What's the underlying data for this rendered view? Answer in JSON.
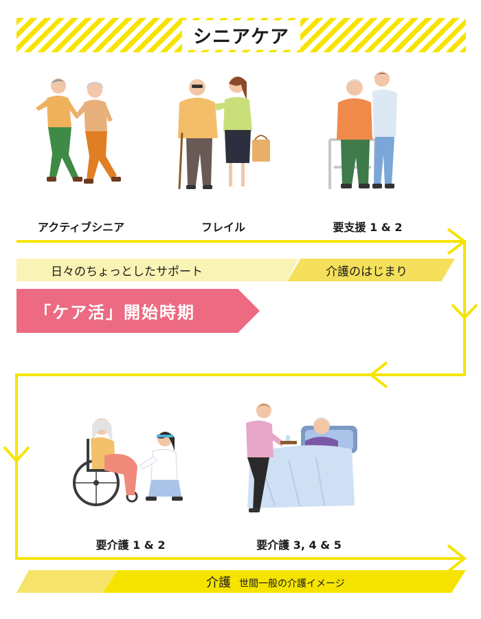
{
  "title": "シニアケア",
  "stages_top": [
    {
      "label": "アクティブシニア"
    },
    {
      "label": "フレイル"
    },
    {
      "label": "要支援 1 & 2"
    }
  ],
  "stages_bottom": [
    {
      "label": "要介護 1 & 2"
    },
    {
      "label": "要介護 3, 4 & 5"
    }
  ],
  "bands": {
    "daily_support": "日々のちょっとしたサポート",
    "care_start": "介護のはじまり",
    "care_activity": "「ケア活」開始時期",
    "bottom_main": "介護",
    "bottom_sub": "世間一般の介護イメージ"
  },
  "colors": {
    "flow_line": "#f6e400",
    "care_activity_band": "#ec6a82",
    "light_band": "#faf3b6",
    "mid_band": "#f4e05a"
  }
}
